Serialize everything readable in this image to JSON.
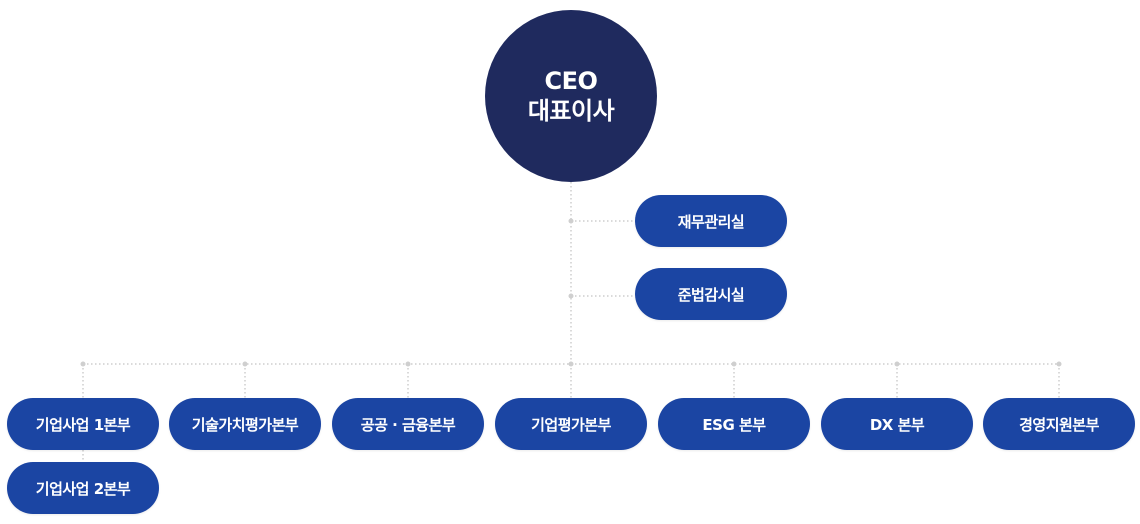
{
  "ceo": {
    "line1": "CEO",
    "line2": "대표이사"
  },
  "staff": [
    {
      "label": "재무관리실"
    },
    {
      "label": "준법감시실"
    }
  ],
  "divisions": [
    {
      "label": "기업사업 1본부"
    },
    {
      "label": "기술가치평가본부"
    },
    {
      "label": "공공 · 금융본부"
    },
    {
      "label": "기업평가본부"
    },
    {
      "label": "ESG 본부"
    },
    {
      "label": "DX 본부"
    },
    {
      "label": "경영지원본부"
    }
  ],
  "sub_division": {
    "label": "기업사업 2본부"
  },
  "colors": {
    "ceo_fill": "#1f2a5e",
    "unit_fill": "#1b45a3",
    "connector": "#b5b5b5",
    "text": "#ffffff"
  }
}
